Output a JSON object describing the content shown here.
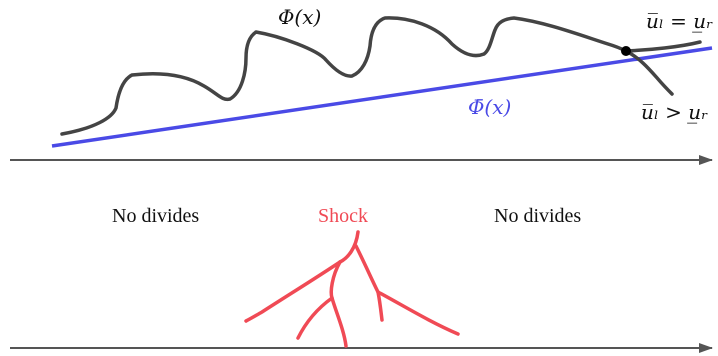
{
  "labels": {
    "phi": "Φ(x)",
    "phi_bar": "Φ̄(x)",
    "ul_eq_ur": "u̅ₗ = u̲ᵣ",
    "ul_gt_ur": "u̅ₗ > u̲ᵣ",
    "no_divides_left": "No divides",
    "shock": "Shock",
    "no_divides_right": "No divides"
  },
  "colors": {
    "curve": "#444444",
    "envelope": "#4a4ae6",
    "shock": "#f04a55",
    "axis": "#555555",
    "text": "#111111"
  }
}
